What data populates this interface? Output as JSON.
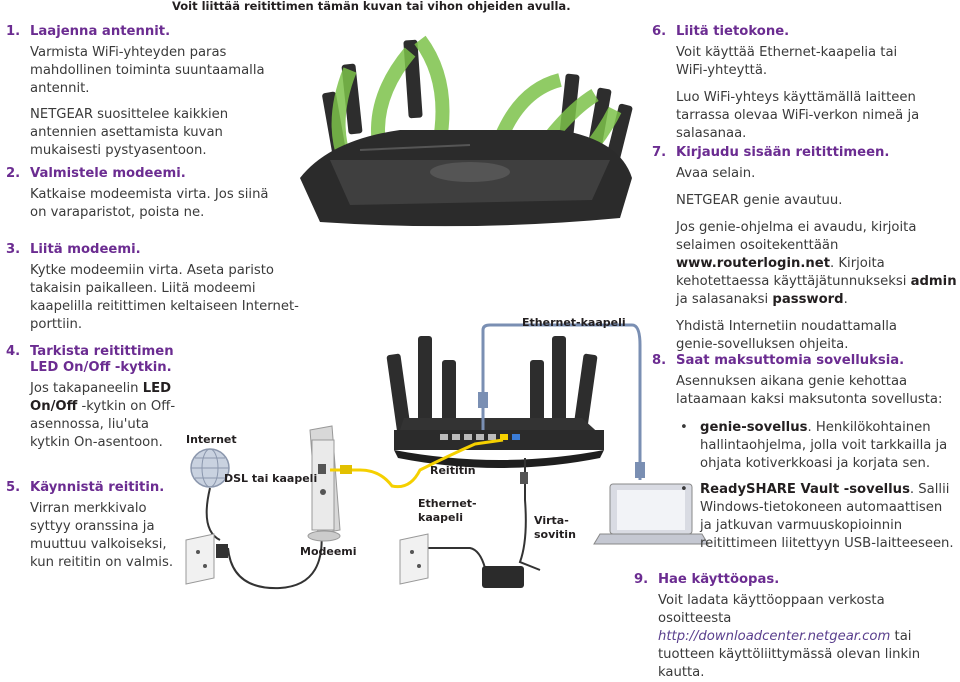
{
  "top_note": "Voit liittää reitittimen tämän kuvan tai vihon ohjeiden avulla.",
  "steps_left": [
    {
      "num": "1.",
      "title": "Laajenna antennit.",
      "paras": [
        "Varmista WiFi-yhteyden paras mahdollinen toiminta suuntaamalla antennit.",
        "NETGEAR suosittelee kaikkien antennien asettamista kuvan mukaisesti pystyasentoon."
      ]
    },
    {
      "num": "2.",
      "title": "Valmistele modeemi.",
      "paras": [
        "Katkaise modeemista virta. Jos siinä on varaparistot, poista ne."
      ]
    },
    {
      "num": "3.",
      "title": "Liitä modeemi.",
      "paras": [
        "Kytke modeemiin virta. Aseta paristo takaisin paikalleen. Liitä modeemi kaapelilla reitittimen keltaiseen Internet-porttiin."
      ]
    },
    {
      "num": "4.",
      "title_line1": "Tarkista reitittimen",
      "title_line2": "LED On/Off -kytkin.",
      "para_pre": "Jos takapaneelin ",
      "para_bold": "LED On/Off",
      "para_post": " -kytkin on Off-asennossa, liu'uta kytkin On-asentoon."
    },
    {
      "num": "5.",
      "title": "Käynnistä reititin.",
      "paras": [
        "Virran merkkivalo syttyy oranssina ja muuttuu valkoiseksi, kun reititin on valmis."
      ]
    }
  ],
  "diagram": {
    "internet": "Internet",
    "dsl": "DSL tai kaapeli",
    "modem": "Modeemi",
    "router": "Reititin",
    "eth_cable_1": "Ethernet-",
    "eth_cable_2": "kaapeli",
    "power_1": "Virta-",
    "power_2": "sovitin",
    "eth_top": "Ethernet-kaapeli"
  },
  "steps_right": {
    "s6": {
      "num": "6.",
      "title": "Liitä tietokone.",
      "p1": "Voit käyttää Ethernet-kaapelia tai WiFi-yhteyttä.",
      "p2": "Luo WiFi-yhteys käyttämällä laitteen tarrassa olevaa WiFi-verkon nimeä ja salasanaa."
    },
    "s7": {
      "num": "7.",
      "title": "Kirjaudu sisään reitittimeen.",
      "p1": "Avaa selain.",
      "p2": "NETGEAR genie avautuu.",
      "p3_pre": "Jos genie-ohjelma ei avaudu, kirjoita selaimen osoitekenttään ",
      "p3_url": "www.routerlogin.net",
      "p3_mid": ". Kirjoita kehotettaessa käyttäjätunnukseksi ",
      "p3_user": "admin",
      "p3_and": " ja salasanaksi ",
      "p3_pw": "password",
      "p3_end": ".",
      "p4": "Yhdistä Internetiin noudattamalla genie-sovelluksen ohjeita."
    },
    "s8": {
      "num": "8.",
      "title": "Saat maksuttomia sovelluksia.",
      "p1": "Asennuksen aikana genie kehottaa lataamaan kaksi maksutonta sovellusta:",
      "b1_bold": "genie-sovellus",
      "b1_text": ". Henkilökohtainen hallintaohjelma, jolla voit tarkkailla ja ohjata kotiverkkoasi ja korjata sen.",
      "b2_bold": "ReadySHARE Vault -sovellus",
      "b2_text": ". Sallii Windows-tietokoneen automaattisen ja jatkuvan varmuuskopioinnin reitittimeen liitettyyn USB-laitteeseen.",
      "bullet": "•"
    },
    "s9": {
      "num": "9.",
      "title": "Hae käyttöopas.",
      "p1_pre": "Voit ladata käyttöoppaan verkosta osoitteesta ",
      "p1_url": "http://downloadcenter.netgear.com",
      "p1_post": " tai tuotteen käyttöliittymässä olevan linkin kautta."
    }
  },
  "colors": {
    "heading": "#6b2c91",
    "arrow": "#7cc24a",
    "cable_yellow": "#f5d000",
    "cable_blue": "#7a8fb3",
    "router_body": "#2b2b2b"
  }
}
